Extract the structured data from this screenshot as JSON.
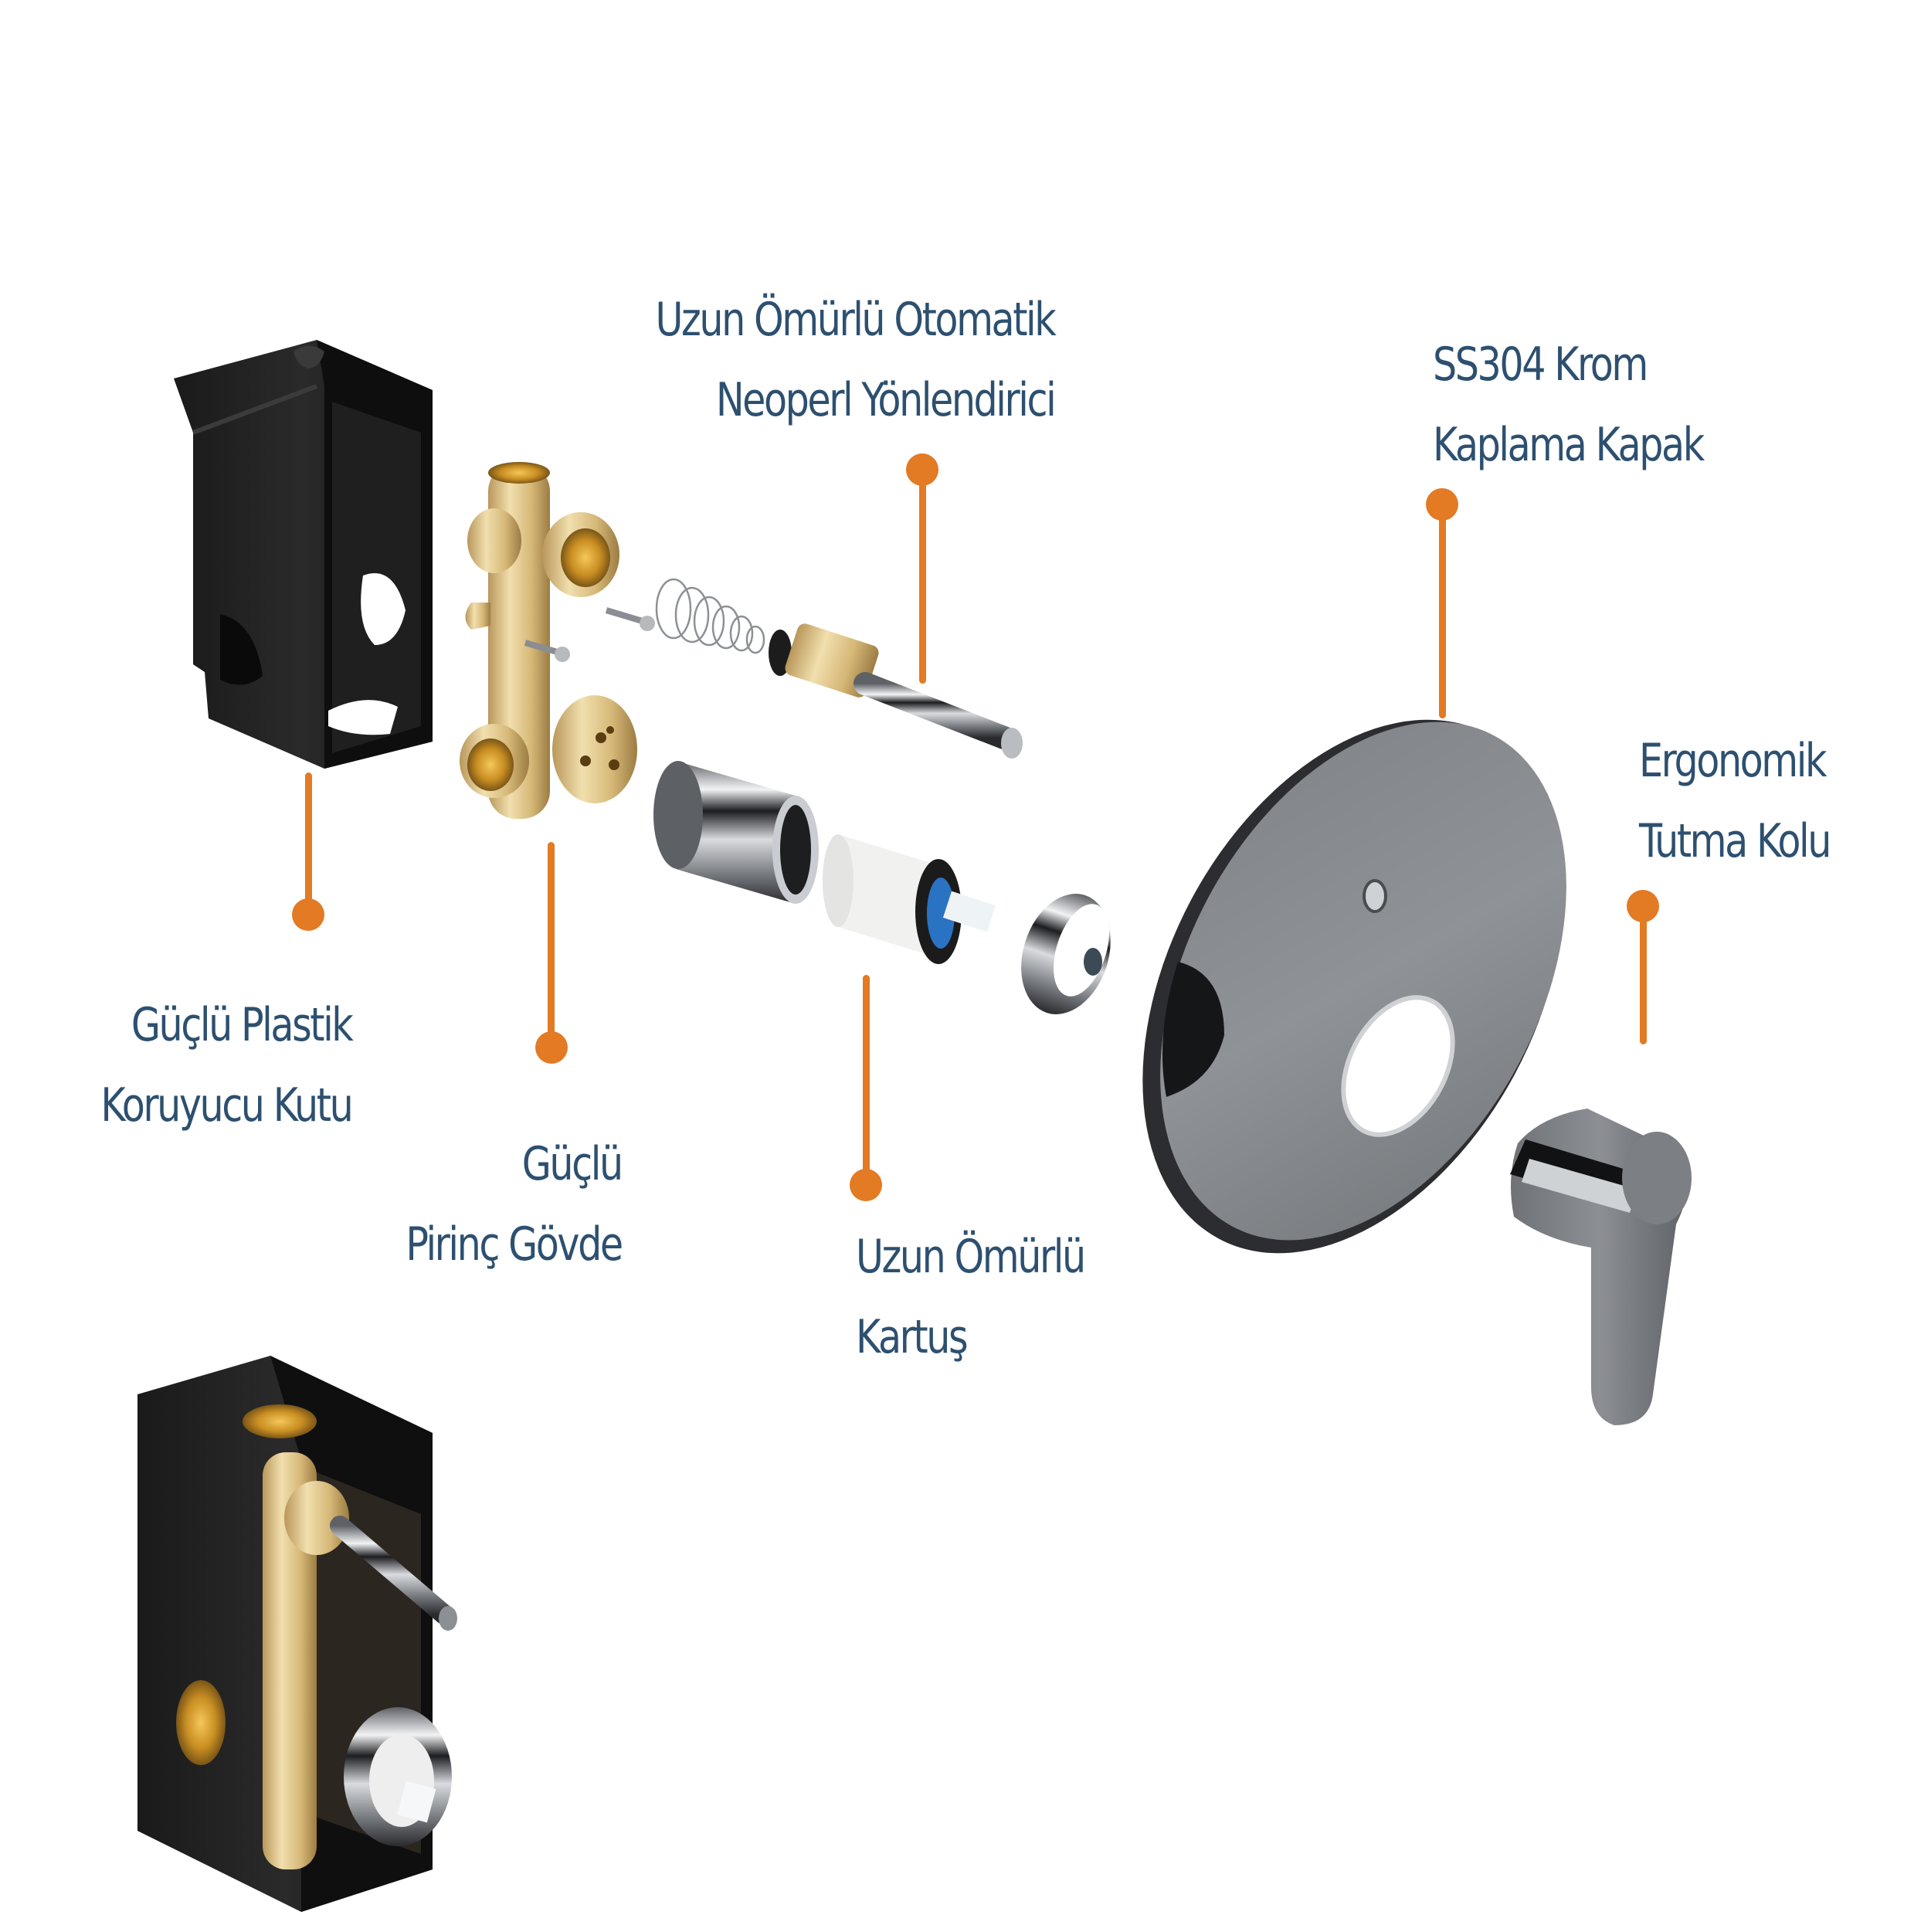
{
  "diagram": {
    "type": "exploded-product-view",
    "accent_color": "#e37a24",
    "text_color": "#2d5070",
    "labels": [
      {
        "id": "neoperl-diverter",
        "lines": [
          "Uzun Ömürlü Otomatik",
          "Neoperl Yönlendirici"
        ]
      },
      {
        "id": "chrome-cover",
        "lines": [
          "SS304 Krom",
          "Kaplama Kapak"
        ]
      },
      {
        "id": "handle",
        "lines": [
          "Ergonomik",
          "Tutma Kolu"
        ]
      },
      {
        "id": "plastic-box",
        "lines": [
          "Güçlü Plastik",
          "Koruyucu Kutu"
        ]
      },
      {
        "id": "brass-body",
        "lines": [
          "Güçlü",
          "Pirinç Gövde"
        ]
      },
      {
        "id": "cartridge",
        "lines": [
          "Uzun Ömürlü",
          "Kartuş"
        ]
      }
    ],
    "components": [
      "black-plastic-box",
      "brass-valve-body",
      "screw",
      "screw",
      "spring",
      "diverter-stem",
      "chrome-sleeve",
      "ceramic-cartridge",
      "chrome-ring",
      "round-cover-plate",
      "lever-handle",
      "assembled-valve-in-box"
    ]
  }
}
